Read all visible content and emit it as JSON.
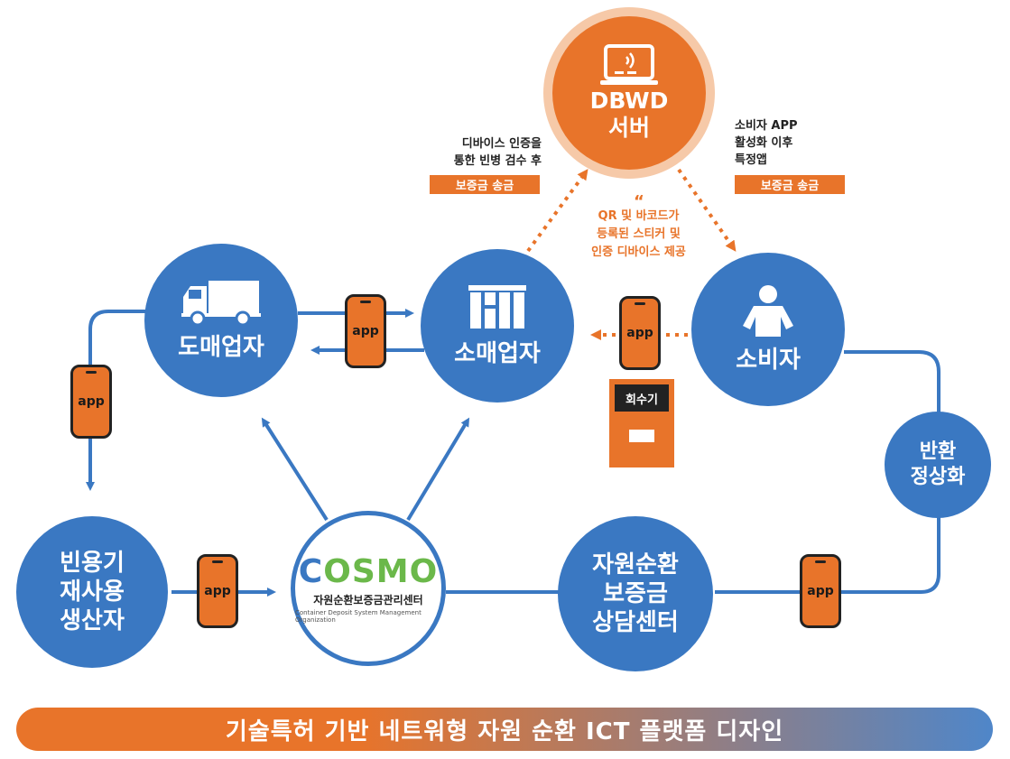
{
  "server": {
    "label": "DBWD\n서버",
    "icon": "laptop-wifi-icon"
  },
  "nodes": {
    "wholesaler": {
      "label": "도매업자",
      "icon": "truck-icon"
    },
    "retailer": {
      "label": "소매업자",
      "icon": "building-icon"
    },
    "consumer": {
      "label": "소비자",
      "icon": "person-icon"
    },
    "producer": {
      "label": "빈용기\n재사용\n생산자"
    },
    "center": {
      "label": "자원순환\n보증금\n상담센터"
    },
    "normalize": {
      "label": "반환\n정상화"
    }
  },
  "cosmo": {
    "logo_part1": "C",
    "logo_part2": "OSMO",
    "subtitle": "자원순환보증금관리센터",
    "english": "Container Deposit System Management Organization"
  },
  "notes": {
    "left_text": "디바이스 인증을\n통한 빈병 검수 후",
    "left_tag": "보증금 송금",
    "right_text": "소비자 APP\n활성화 이후\n특정앱",
    "right_tag": "보증금 송금",
    "qr_quote": "“",
    "qr_text": "QR 및 바코드가\n등록된 스티커 및\n인증 디바이스 제공"
  },
  "app_label": "app",
  "collector": {
    "label": "회수기"
  },
  "banner": "기술특허 기반 네트워형 자원 순환 ICT 플랫폼 디자인",
  "colors": {
    "blue": "#3a78c2",
    "orange": "#e8742a"
  }
}
